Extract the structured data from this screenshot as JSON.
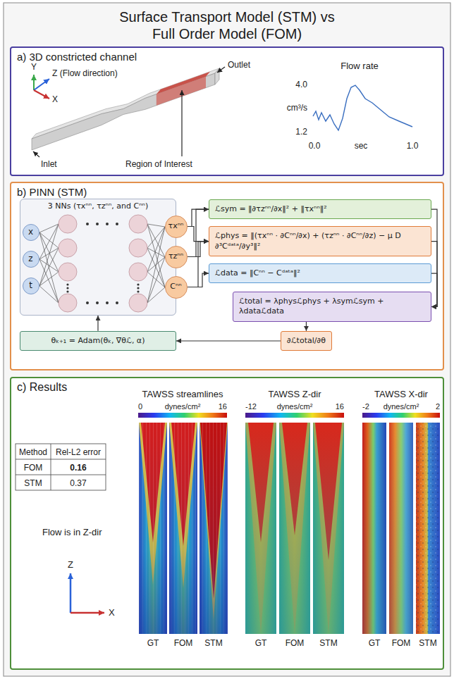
{
  "diagram": {
    "title": "Surface Transport Model (STM) vs Full Order Model (FOM)",
    "nodes": [
      {
        "text": [
          "a) 3D constricted channel"
        ]
      },
      {
        "text": [
          "b) PINN (STM)"
        ]
      },
      {
        "text": [
          "3 NNs (τxⁿⁿ, τzⁿⁿ, and Cⁿⁿ)"
        ],
        "in": 1
      },
      {
        "text": [
          "x"
        ],
        "in": 2
      },
      {
        "text": [
          "z"
        ],
        "in": 2
      },
      {
        "text": [
          "t"
        ],
        "in": 2
      },
      {
        "text": [
          "τxⁿⁿ"
        ],
        "in": 2
      },
      {
        "text": [
          "τzⁿⁿ"
        ],
        "in": 2
      },
      {
        "text": [
          "Cⁿⁿ"
        ],
        "in": 2
      },
      {
        "text": [
          "ℒsym = ‖∂τzⁿⁿ/∂x‖² + ‖τxⁿⁿ‖²"
        ],
        "in": 1
      },
      {
        "text": [
          "ℒphys = ‖(τxⁿⁿ · ∂Cⁿⁿ/∂x) + (τzⁿⁿ · ∂Cⁿⁿ/∂z) − μ D ∂³Cᵈᵃᵗᵃ/∂y³‖²"
        ],
        "in": 1
      },
      {
        "text": [
          "ℒdata = ‖Cⁿⁿ − Cᵈᵃᵗᵃ‖²"
        ],
        "in": 1
      },
      {
        "text": [
          "ℒtotal = λphysℒphys + λsymℒsym + λdataℒdata"
        ],
        "in": 1
      },
      {
        "text": [
          "∂ℒtotal/∂θ"
        ],
        "in": 1
      },
      {
        "text": [
          "θₖ₊₁ = Adam(θₖ, ∇θℒ, α)"
        ],
        "in": 1
      },
      {
        "text": [
          "c) Results"
        ]
      }
    ],
    "edges": [
      {
        "from": 6,
        "to": 9,
        "arrow": "to"
      },
      {
        "from": 7,
        "to": 9,
        "arrow": "to"
      },
      {
        "from": 6,
        "to": 10,
        "arrow": "to"
      },
      {
        "from": 7,
        "to": 10,
        "arrow": "to"
      },
      {
        "from": 8,
        "to": 10,
        "arrow": "to"
      },
      {
        "from": 8,
        "to": 11,
        "arrow": "to"
      },
      {
        "from": 9,
        "to": 12,
        "arrow": "to"
      },
      {
        "from": 10,
        "to": 12,
        "arrow": "to"
      },
      {
        "from": 11,
        "to": 12,
        "arrow": "to"
      },
      {
        "from": 12,
        "to": 13,
        "arrow": "to"
      },
      {
        "from": 13,
        "to": 14,
        "arrow": "to"
      },
      {
        "from": 14,
        "to": 2,
        "arrow": "to"
      }
    ],
    "labels": [
      "Y",
      "Z (Flow direction)",
      "X",
      "Outlet",
      "Inlet",
      "Region of Interest",
      "Flow rate",
      "4.0",
      "cm³/s",
      "1.2",
      "0.0",
      "sec",
      "1.0",
      "Method",
      "Rel-L2 error",
      "FOM",
      "0.16",
      "STM",
      "0.37",
      "TAWSS streamlines",
      "0",
      "dynes/cm²",
      "16",
      "TAWSS Z-dir",
      "-12",
      "dynes/cm²",
      "16",
      "TAWSS X-dir",
      "-2",
      "dynes/cm²",
      "2",
      "GT",
      "FOM",
      "STM",
      "GT",
      "FOM",
      "STM",
      "GT",
      "FOM",
      "STM",
      "Flow is in Z-dir",
      "Z",
      "X"
    ]
  }
}
